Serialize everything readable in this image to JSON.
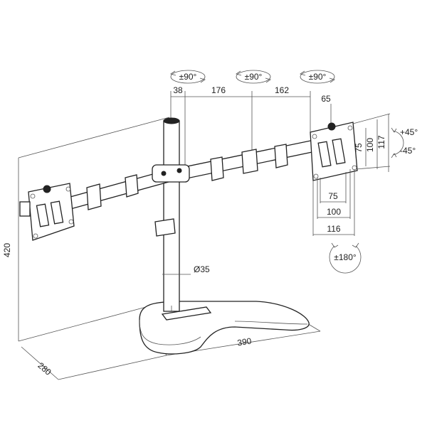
{
  "diagram": {
    "rotation_labels": {
      "left_arm": "±90°",
      "center": "±90°",
      "right_arm": "±90°",
      "vesa_rotation": "±180°"
    },
    "tilt_labels": {
      "up": "+45°",
      "down": "-45°"
    },
    "dimensions": {
      "d38": "38",
      "d176": "176",
      "d162": "162",
      "d65": "65",
      "d75_h": "75",
      "d100_h": "100",
      "d117_h": "117",
      "d75_w": "75",
      "d100_w": "100",
      "d116_w": "116",
      "pole_diameter": "Ø35",
      "height": "420",
      "base_depth": "280",
      "base_width": "390"
    }
  }
}
